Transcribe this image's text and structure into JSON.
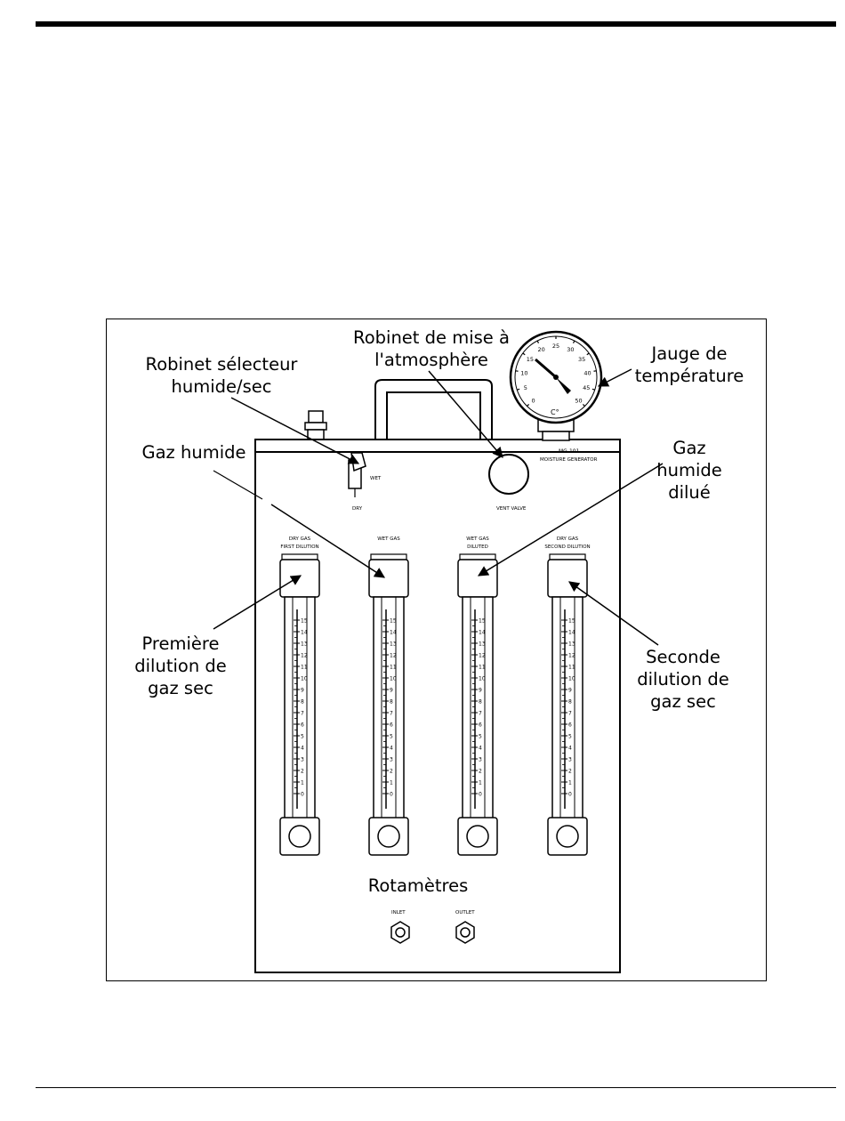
{
  "callouts": {
    "selector_valve": "Robinet sélecteur\nhumide/sec",
    "vent_valve": "Robinet de mise à\nl'atmosphère",
    "temperature_gauge": "Jauge de\ntempérature",
    "wet_gas": "Gaz humide",
    "diluted_wet_gas": "Gaz\nhumide\ndilué",
    "first_dilution": "Première\ndilution de\ngaz sec",
    "second_dilution": "Seconde\ndilution de\ngaz sec",
    "rotameters": "Rotamètres"
  },
  "device": {
    "model": "MG-101",
    "name": "MOISTURE GENERATOR",
    "vent_valve": "VENT VALVE",
    "wet": "WET",
    "dry": "DRY",
    "inlet": "INLET",
    "outlet": "OUTLET",
    "gauge_unit": "C°",
    "gauge_ticks": [
      "0",
      "5",
      "10",
      "15",
      "20",
      "25",
      "30",
      "35",
      "40",
      "45",
      "50"
    ],
    "rotameters": [
      {
        "line1": "DRY GAS",
        "line2": "FIRST DILUTION"
      },
      {
        "line1": "WET GAS",
        "line2": ""
      },
      {
        "line1": "WET GAS",
        "line2": "DILUTED"
      },
      {
        "line1": "DRY GAS",
        "line2": "SECOND DILUTION"
      }
    ],
    "scale": [
      "15",
      "14",
      "13",
      "12",
      "11",
      "10",
      "9",
      "8",
      "7",
      "6",
      "5",
      "4",
      "3",
      "2",
      "1",
      "0"
    ]
  }
}
